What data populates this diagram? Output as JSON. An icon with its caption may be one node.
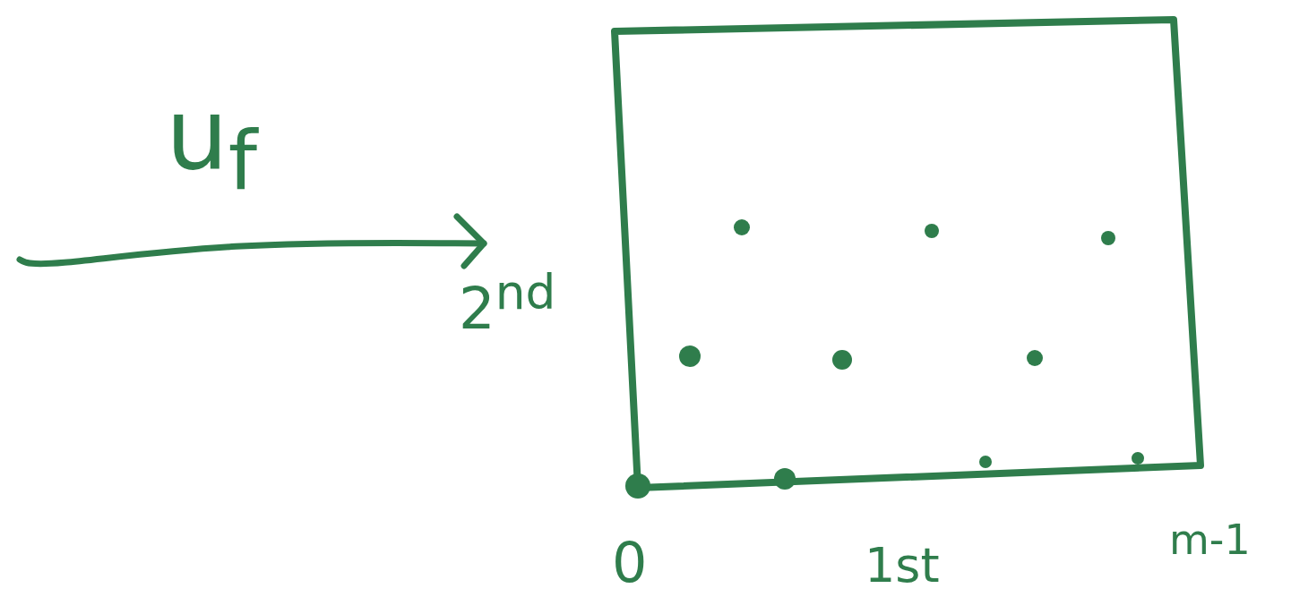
{
  "diagram": {
    "labels": [
      "u$_{f}$",
      "2$^{nd}$",
      "0",
      "1st",
      "m-1"
    ]
  }
}
